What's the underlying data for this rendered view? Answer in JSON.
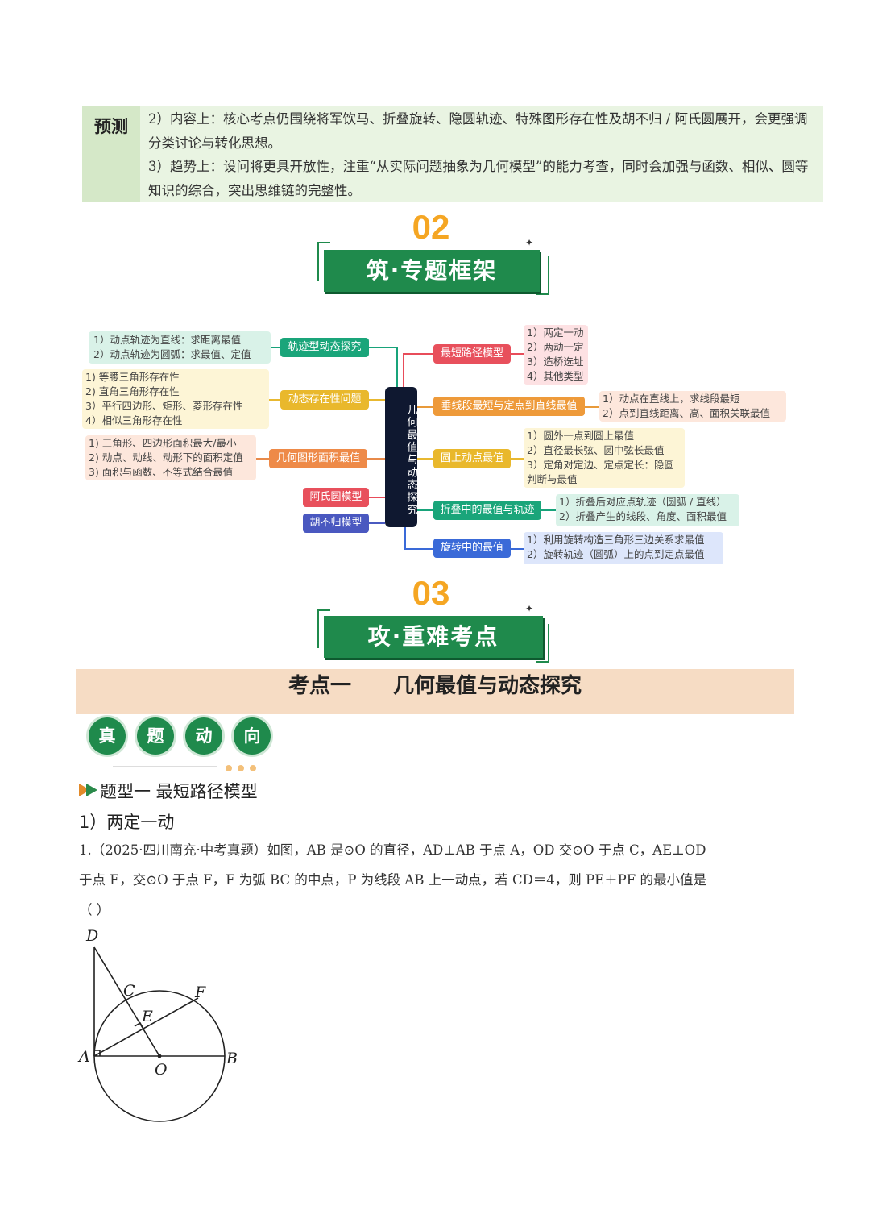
{
  "predict": {
    "label": "预测",
    "line1": "2）内容上：核心考点仍围绕将军饮马、折叠旋转、隐圆轨迹、特殊图形存在性及胡不归 / 阿氏圆展开，会更强调分类讨论与转化思想。",
    "line2": "3）趋势上：设问将更具开放性，注重“从实际问题抽象为几何模型”的能力考查，同时会加强与函数、相似、圆等知识的综合，突出思维链的完整性。"
  },
  "section2": {
    "num": "02",
    "title": "筑·专题框架"
  },
  "mindmap": {
    "center": "几何最值与动态探究",
    "left": [
      {
        "label": "轨迹型动态探究",
        "items": "1）动点轨迹为直线：求距离最值\n2）动点轨迹为圆弧：求最值、定值"
      },
      {
        "label": "动态存在性问题",
        "items": "1) 等腰三角形存在性\n2) 直角三角形存在性\n3）平行四边形、矩形、菱形存在性\n4）相似三角形存在性"
      },
      {
        "label": "几何图形面积最值",
        "items": "1) 三角形、四边形面积最大/最小\n2) 动点、动线、动形下的面积定值\n3) 面积与函数、不等式结合最值"
      },
      {
        "label": "阿氏圆模型",
        "items": ""
      },
      {
        "label": "胡不归模型",
        "items": ""
      }
    ],
    "right": [
      {
        "label": "最短路径模型",
        "items": "1）两定一动\n2）两动一定\n3）造桥选址\n4）其他类型"
      },
      {
        "label": "垂线段最短与定点到直线最值",
        "items": "1）动点在直线上，求线段最短\n2）点到直线距离、高、面积关联最值"
      },
      {
        "label": "圆上动点最值",
        "items": "1）圆外一点到圆上最值\n2）直径最长弦、圆中弦长最值\n3）定角对定边、定点定长：隐圆\n判断与最值"
      },
      {
        "label": "折叠中的最值与轨迹",
        "items": "1）折叠后对应点轨迹（圆弧 / 直线）\n2）折叠产生的线段、角度、面积最值"
      },
      {
        "label": "旋转中的最值",
        "items": "1）利用旋转构造三角形三边关系求最值\n2）旋转轨迹（圆弧）上的点到定点最值"
      }
    ]
  },
  "section3": {
    "num": "03",
    "title": "攻·重难考点"
  },
  "kaodian": {
    "title": "考点一　　几何最值与动态探究"
  },
  "circles": [
    "真",
    "题",
    "动",
    "向"
  ],
  "tixing": "题型一  最短路径模型",
  "sub": "1）两定一动",
  "question": {
    "line1": "1.（2025·四川南充·中考真题）如图，AB 是⊙O 的直径，AD⊥AB 于点 A，OD 交⊙O 于点 C，AE⊥OD",
    "line2": "于点 E，交⊙O 于点 F，F 为弧 BC 的中点，P 为线段 AB 上一动点，若 CD＝4，则 PE＋PF 的最小值是",
    "line3": "（    ）"
  },
  "figure": {
    "D": "D",
    "C": "C",
    "F": "F",
    "E": "E",
    "A": "A",
    "O": "O",
    "B": "B"
  },
  "colors": {
    "green": "#1f8a4c",
    "orange": "#f5a623",
    "navy": "#101a33"
  }
}
